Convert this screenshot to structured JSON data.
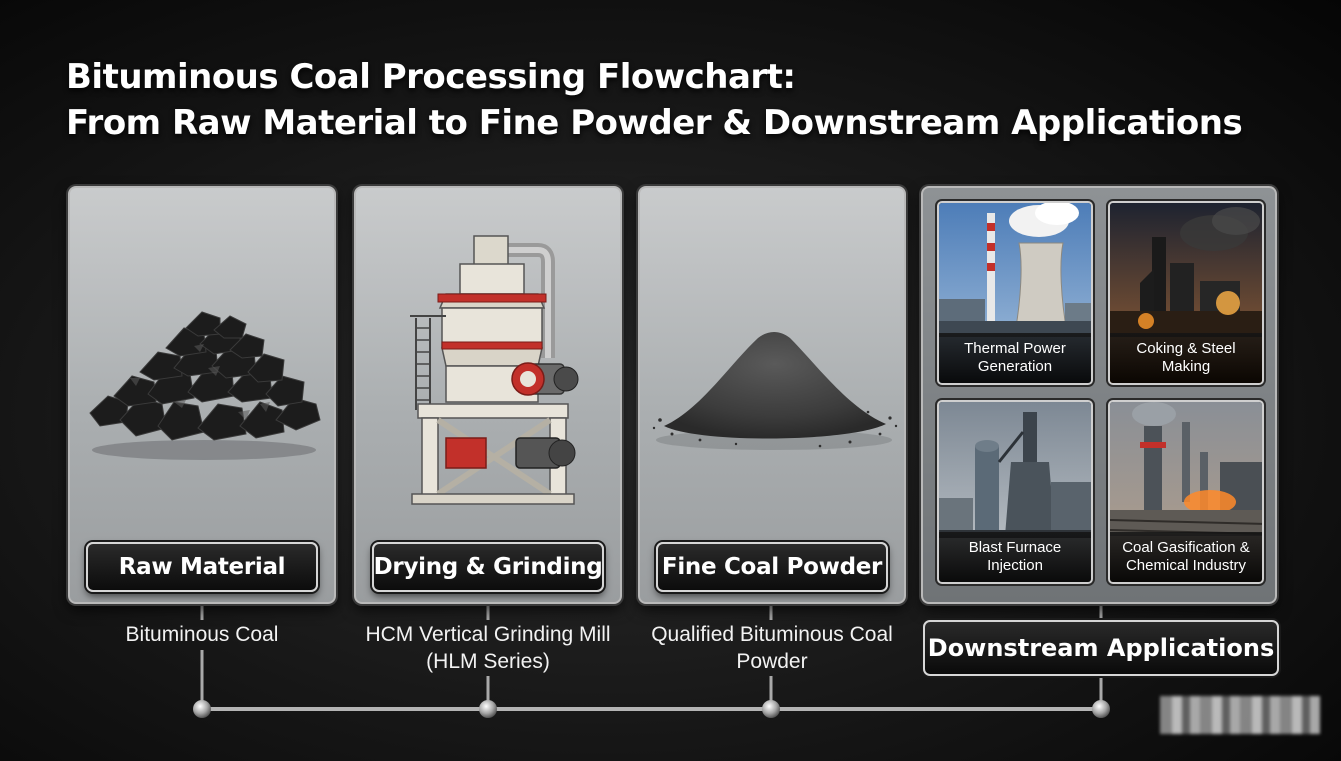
{
  "title": {
    "line1": "Bituminous Coal Processing Flowchart:",
    "line2": "From Raw Material to Fine Powder & Downstream Applications"
  },
  "stages": [
    {
      "label": "Raw Material",
      "description": "Bituminous Coal",
      "icon": "coal-pile-icon"
    },
    {
      "label": "Drying & Grinding",
      "description": "HCM Vertical Grinding Mill (HLM Series)",
      "icon": "vertical-grinding-mill-icon"
    },
    {
      "label": "Fine Coal Powder",
      "description": "Qualified Bituminous Coal Powder",
      "icon": "coal-powder-pile-icon"
    }
  ],
  "applications": {
    "label": "Downstream Applications",
    "items": [
      {
        "caption": "Thermal Power Generation",
        "icon": "power-plant-icon"
      },
      {
        "caption": "Coking & Steel Making",
        "icon": "steel-plant-icon"
      },
      {
        "caption": "Blast Furnace Injection",
        "icon": "blast-furnace-icon"
      },
      {
        "caption": "Coal Gasification & Chemical Industry",
        "icon": "chemical-plant-icon"
      }
    ]
  },
  "colors": {
    "accent_red": "#c2302a",
    "machine_body": "#e8e4da",
    "label_background": "#111111",
    "card_border": "#b9b9b9"
  }
}
